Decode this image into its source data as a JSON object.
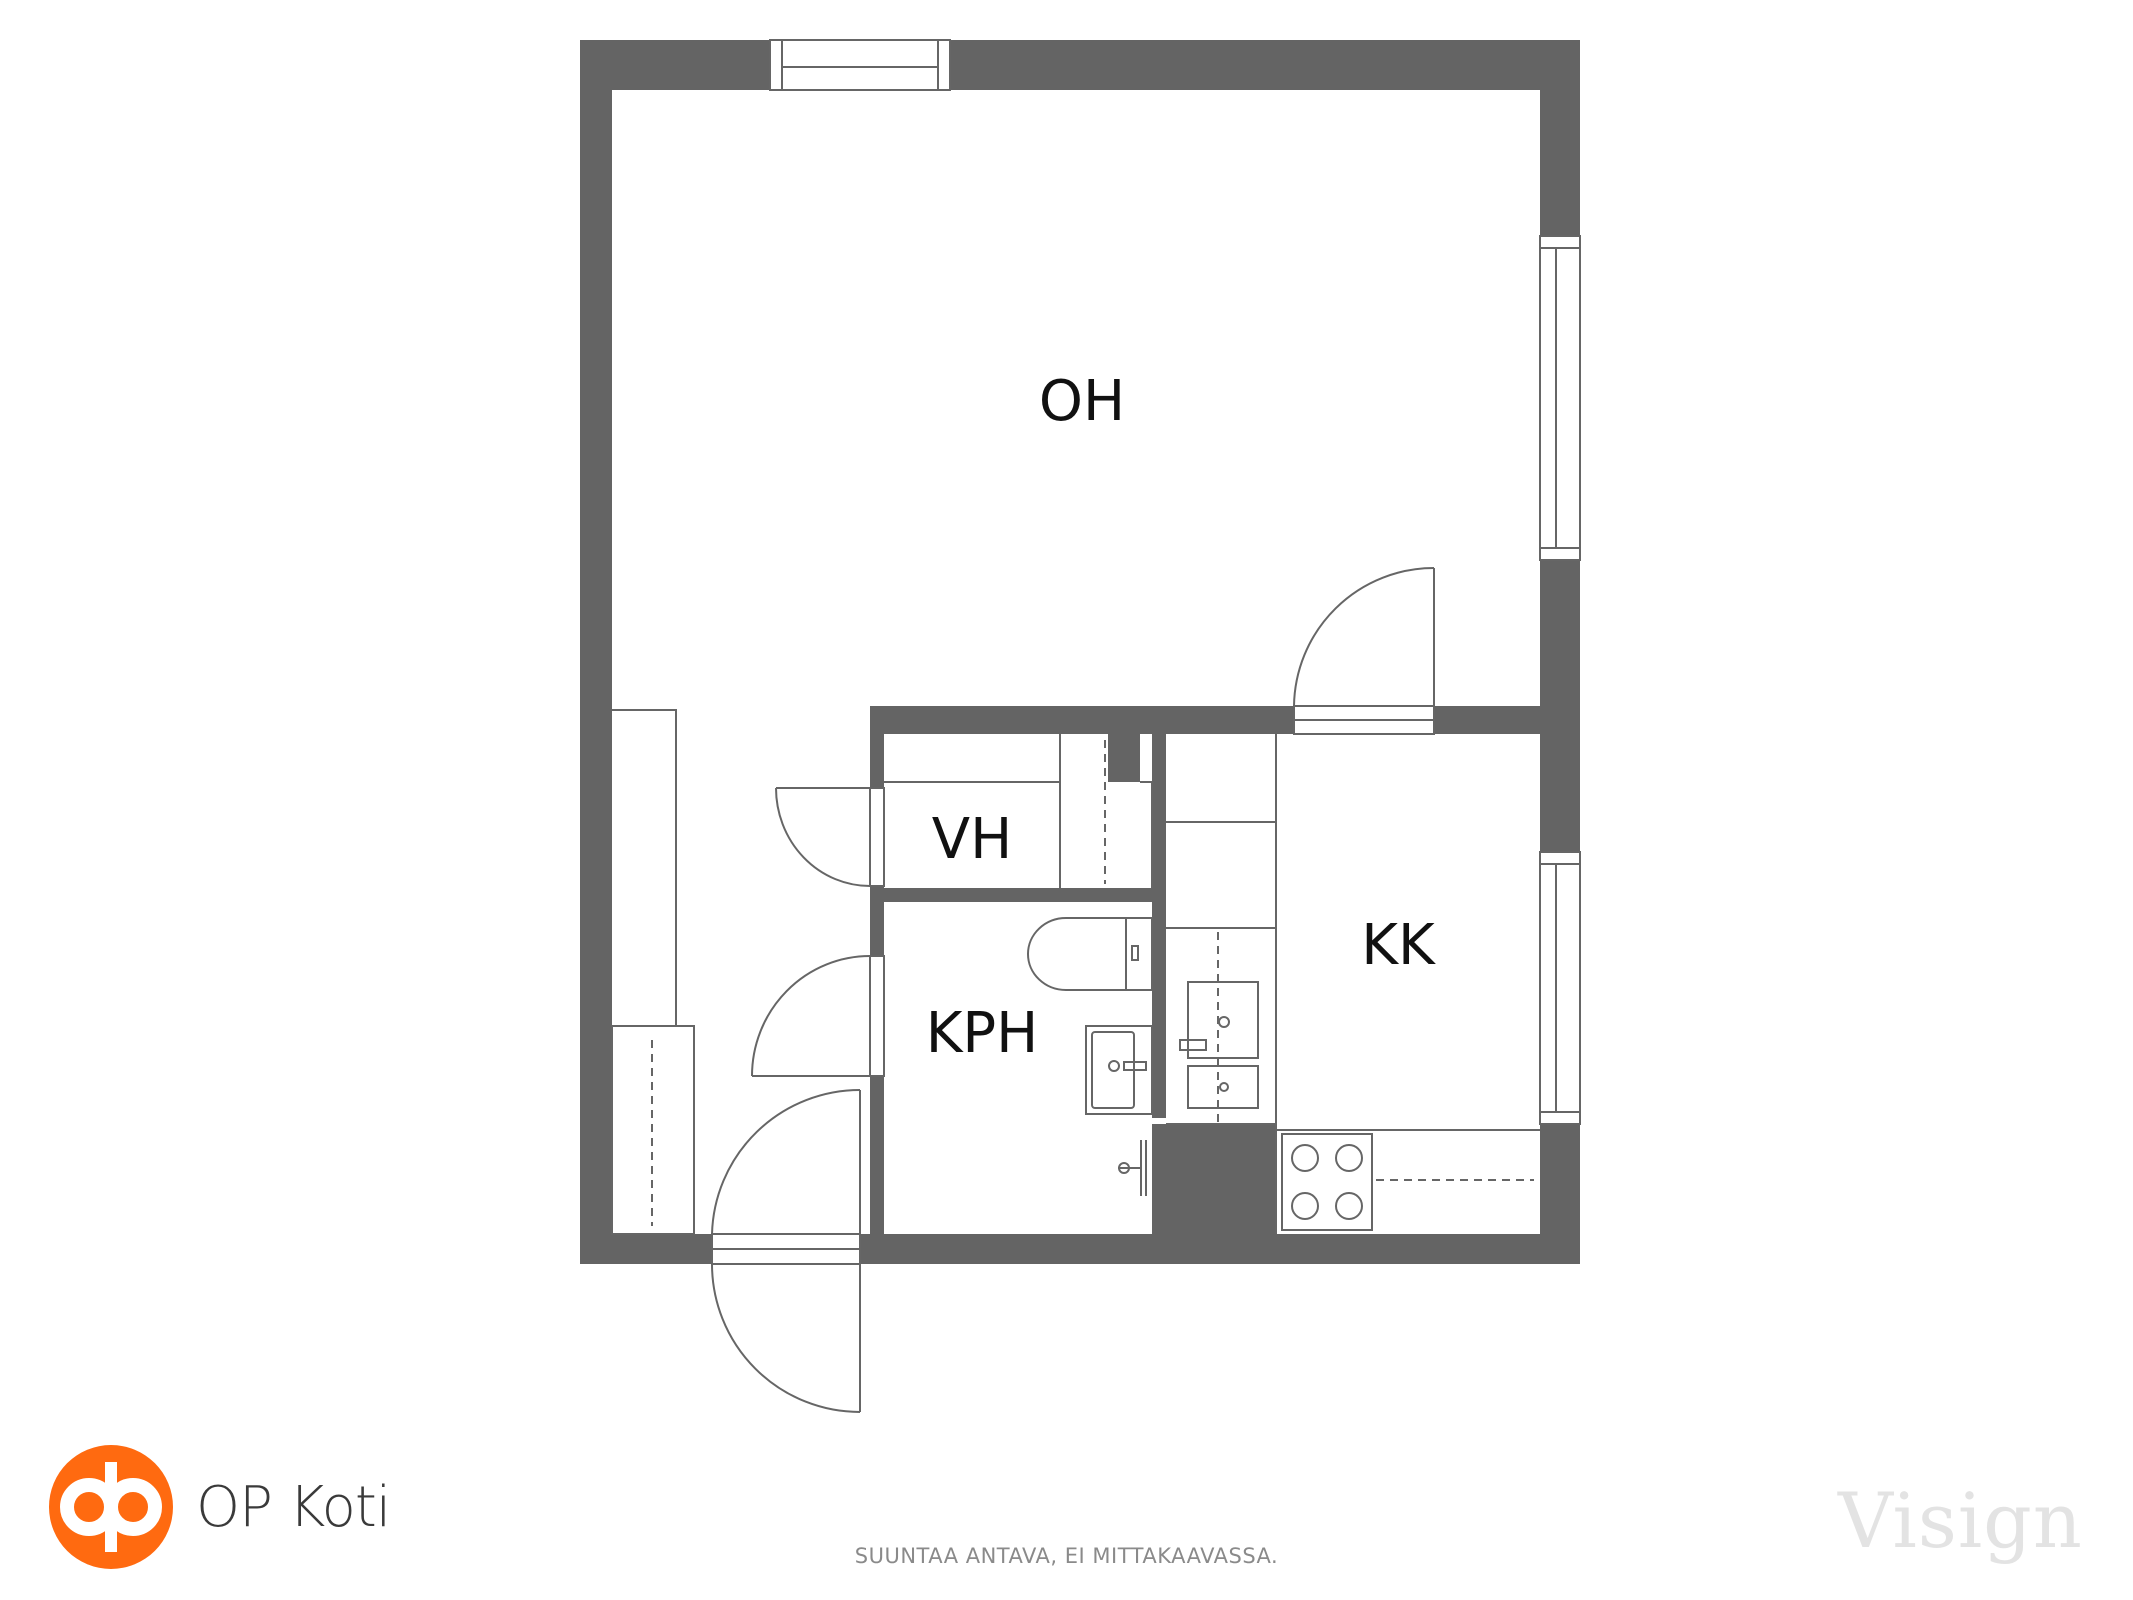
{
  "rooms": {
    "oh": "OH",
    "vh": "VH",
    "kph": "KPH",
    "kk": "KK"
  },
  "footer": {
    "disclaimer": "SUUNTAA ANTAVA, EI MITTAKAAVASSA."
  },
  "branding": {
    "logo_name": "OP Koti",
    "watermark": "Visign",
    "logo_icon": "op-logo-icon"
  },
  "colors": {
    "wall": "#646464",
    "line": "#666666",
    "brand": "#ff6a10",
    "label": "#111111",
    "disclaimer": "#8a8a8a"
  }
}
